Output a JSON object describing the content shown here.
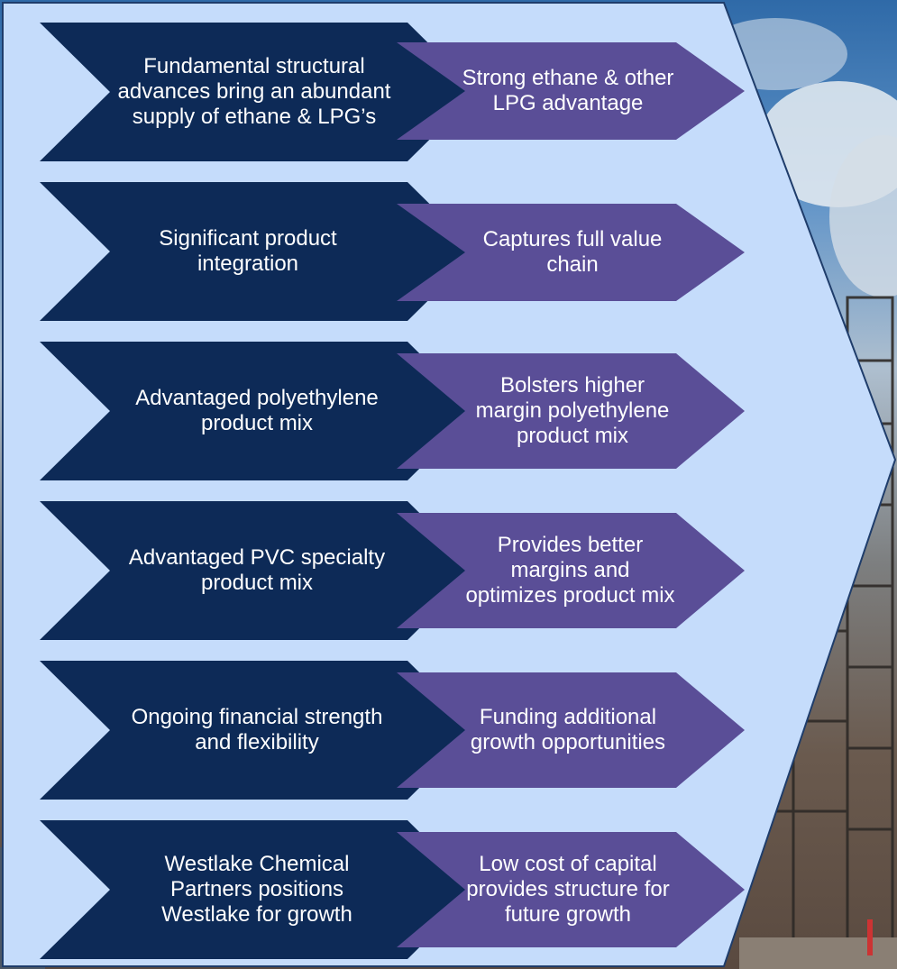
{
  "colors": {
    "panel_fill": "#c5dcfb",
    "panel_border": "#1f3d6b",
    "dark_chevron": "#0d2a57",
    "purple_chevron": "#5a4e97"
  },
  "rows": [
    {
      "driver": "Fundamental structural advances bring an abundant supply of ethane & LPG’s",
      "benefit": "Strong ethane & other LPG advantage"
    },
    {
      "driver": "Significant product integration",
      "benefit": "Captures full value chain"
    },
    {
      "driver": "Advantaged polyethylene product mix",
      "benefit": "Bolsters higher margin polyethylene product mix"
    },
    {
      "driver": "Advantaged PVC specialty product mix",
      "benefit": "Provides better margins and optimizes product mix"
    },
    {
      "driver": "Ongoing financial strength and flexibility",
      "benefit": "Funding additional growth opportunities"
    },
    {
      "driver": "Westlake Chemical Partners positions Westlake for growth",
      "benefit": "Low cost of capital provides structure for future growth"
    }
  ]
}
